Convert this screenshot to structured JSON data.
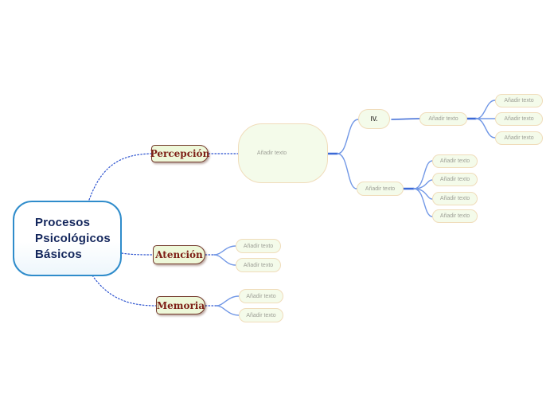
{
  "root": {
    "lines": [
      "Procesos",
      "Psicológicos",
      "Básicos"
    ]
  },
  "topics": [
    {
      "label": "Percepción"
    },
    {
      "label": "Atención"
    },
    {
      "label": "Memoria"
    }
  ],
  "roman_node": {
    "label": "IV."
  },
  "placeholder_label": "Añadir texto",
  "colors": {
    "root_border": "#2f8ccb",
    "root_text": "#13265c",
    "root_bg_top": "#ffffff",
    "root_bg_bottom": "#edf6fc",
    "topic_bg": "#eef8d9",
    "topic_border": "#72382a",
    "topic_text": "#7d1f16",
    "leaf_bg": "#f4fbea",
    "leaf_border": "#f0dcba",
    "leaf_text": "#9d9f96",
    "edge_dotted": "#2b52cf",
    "edge_solid": "#3b69d6",
    "edge_light": "#7298e6"
  }
}
